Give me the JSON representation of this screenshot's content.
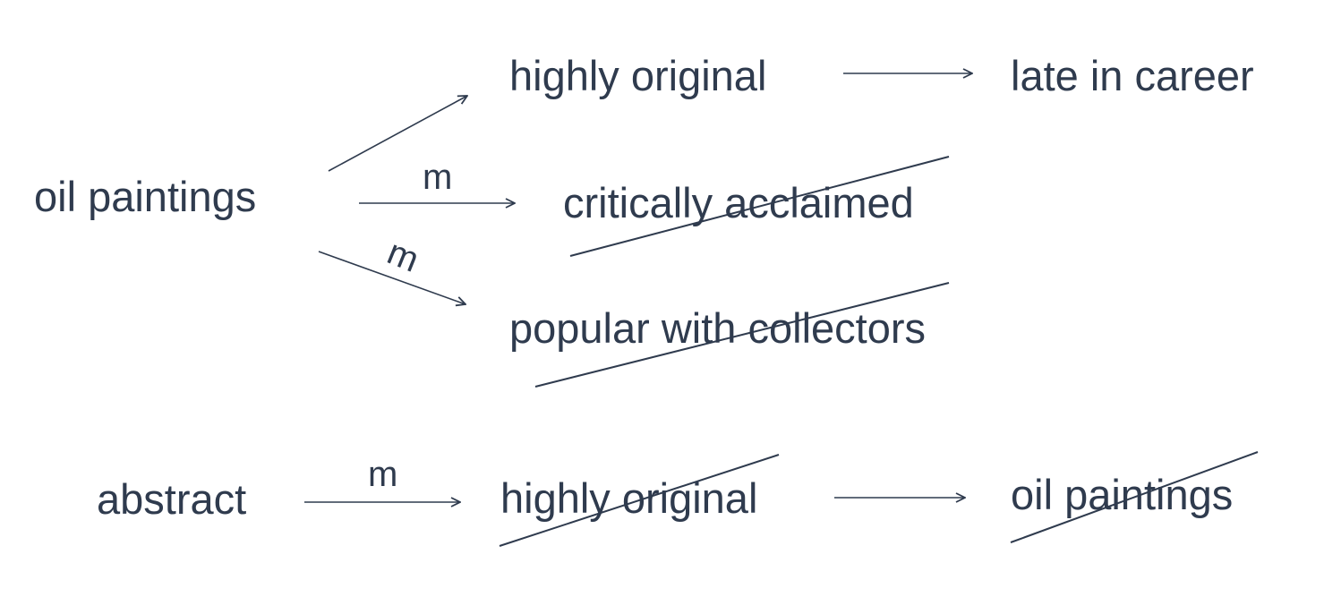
{
  "nodes": {
    "oil_paintings": "oil paintings",
    "highly_original_top": "highly original",
    "late_in_career": "late in career",
    "critically_acclaimed": "critically acclaimed",
    "popular_with_collectors": "popular with collectors",
    "abstract": "abstract",
    "highly_original_bottom": "highly original",
    "oil_paintings_bottom": "oil paintings"
  },
  "edge_labels": {
    "m_critically": "m",
    "m_popular": "m",
    "m_abstract": "m"
  },
  "colors": {
    "ink": "#2f3b4e",
    "background": "#ffffff"
  }
}
